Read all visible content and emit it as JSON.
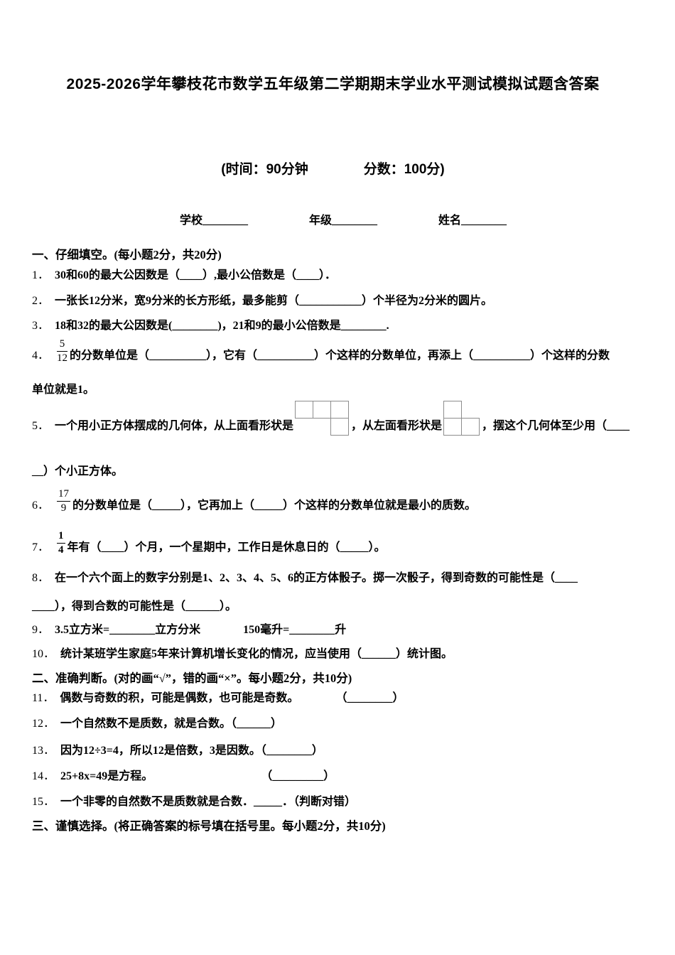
{
  "header": {
    "title": "2025-2026学年攀枝花市数学五年级第二学期期末学业水平测试模拟试题含答案",
    "time_label": "(时间：90分钟",
    "score_label": "分数：100分)",
    "school_field": "学校________",
    "grade_field": "年级________",
    "name_field": "姓名________"
  },
  "section1": {
    "heading": "一、仔细填空。(每小题2分，共20分)",
    "q1": {
      "num": "1．",
      "text": "30和60的最大公因数是（____）,最小公倍数是（____）．"
    },
    "q2": {
      "num": "2．",
      "text": "一张长12分米，宽9分米的长方形纸，最多能剪（___________）个半径为2分米的圆片。"
    },
    "q3": {
      "num": "3．",
      "text": "18和32的最大公因数是(________)，21和9的最小公倍数是________."
    },
    "q4": {
      "num": "4．",
      "fraction": {
        "numerator": "5",
        "denominator": "12"
      },
      "text": "的分数单位是（__________），它有（__________）个这样的分数单位，再添上（__________）个这样的分数",
      "continuation": "单位就是1。"
    },
    "q5": {
      "num": "5．",
      "text1": "一个用小正方体摆成的几何体，从上面看形状是",
      "text2": "，从左面看形状是",
      "text3": "，摆这个几何体至少用（____",
      "continuation": "__）个小正方体。",
      "top_view_grid": [
        [
          1,
          1,
          1
        ],
        [
          0,
          0,
          1
        ]
      ],
      "left_view_grid": [
        [
          1,
          0
        ],
        [
          1,
          1
        ]
      ]
    },
    "q6": {
      "num": "6．",
      "fraction": {
        "numerator": "17",
        "denominator": "9"
      },
      "text": "的分数单位是（_____），它再加上（_____）个这样的分数单位就是最小的质数。"
    },
    "q7": {
      "num": "7．",
      "fraction": {
        "numerator": "1",
        "denominator": "4"
      },
      "text": "年有（____）个月，一个星期中，工作日是休息日的（_____）。"
    },
    "q8": {
      "num": "8．",
      "line1": "在一个六个面上的数字分别是1、2、3、4、5、6的正方体骰子。掷一次骰子，得到奇数的可能性是（____",
      "line2": "____），得到合数的可能性是（______）。"
    },
    "q9": {
      "num": "9．",
      "part1": "3.5立方米=________立方分米",
      "part2": "150毫升=________升"
    },
    "q10": {
      "num": "10．",
      "text": "统计某班学生家庭5年来计算机增长变化的情况，应当使用（______）统计图。"
    }
  },
  "section2": {
    "heading": "二、准确判断。(对的画“√”，错的画“×”。每小题2分，共10分)",
    "q11": {
      "num": "11．",
      "text": "偶数与奇数的积，可能是偶数，也可能是奇数。",
      "blank": "（________）"
    },
    "q12": {
      "num": "12．",
      "text": "一个自然数不是质数，就是合数。（______）"
    },
    "q13": {
      "num": "13．",
      "text": "因为12÷3=4，所以12是倍数，3是因数。（________）"
    },
    "q14": {
      "num": "14．",
      "text": "25+8x=49是方程。",
      "blank": "（_________）"
    },
    "q15": {
      "num": "15．",
      "text": "一个非零的自然数不是质数就是合数．_____．（判断对错）"
    }
  },
  "section3": {
    "heading": "三、谨慎选择。(将正确答案的标号填在括号里。每小题2分，共10分)"
  }
}
